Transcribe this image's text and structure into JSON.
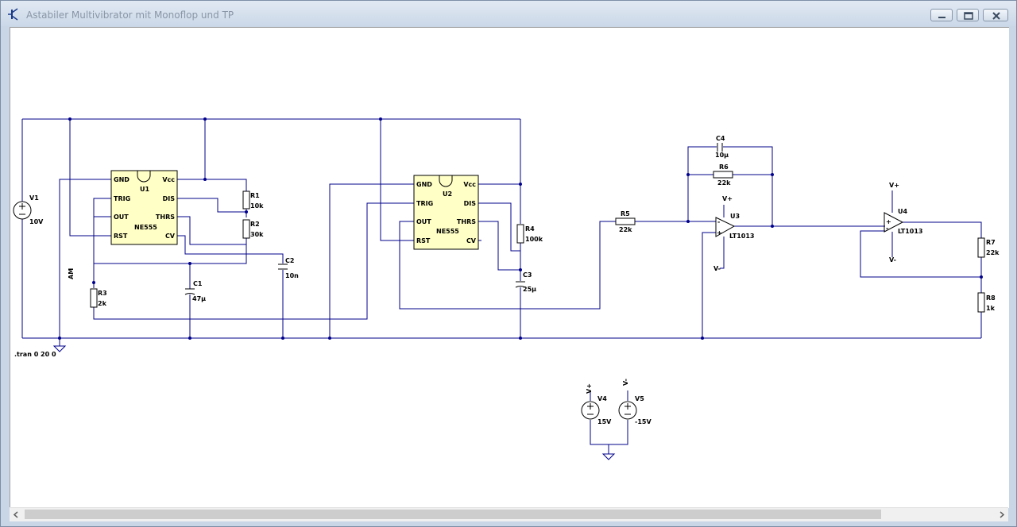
{
  "window": {
    "title": "Astabiler Multivibrator mit Monoflop und TP"
  },
  "directive": ".tran 0 20 0",
  "components": {
    "V1": {
      "name": "V1",
      "value": "10V"
    },
    "V4": {
      "name": "V4",
      "value": "15V",
      "net": "V+"
    },
    "V5": {
      "name": "V5",
      "value": "-15V",
      "net": "V-"
    },
    "U1": {
      "name": "U1",
      "type": "NE555",
      "pins": [
        "GND",
        "TRIG",
        "OUT",
        "RST",
        "Vcc",
        "DIS",
        "THRS",
        "CV"
      ]
    },
    "U2": {
      "name": "U2",
      "type": "NE555",
      "pins": [
        "GND",
        "TRIG",
        "OUT",
        "RST",
        "Vcc",
        "DIS",
        "THRS",
        "CV"
      ]
    },
    "U3": {
      "name": "U3",
      "type": "LT1013"
    },
    "U4": {
      "name": "U4",
      "type": "LT1013"
    },
    "R1": {
      "name": "R1",
      "value": "10k"
    },
    "R2": {
      "name": "R2",
      "value": "30k"
    },
    "R3": {
      "name": "R3",
      "value": "2k"
    },
    "R4": {
      "name": "R4",
      "value": "100k"
    },
    "R5": {
      "name": "R5",
      "value": "22k"
    },
    "R6": {
      "name": "R6",
      "value": "22k"
    },
    "R7": {
      "name": "R7",
      "value": "22k"
    },
    "R8": {
      "name": "R8",
      "value": "1k"
    },
    "C1": {
      "name": "C1",
      "value": "47µ"
    },
    "C2": {
      "name": "C2",
      "value": "10n"
    },
    "C3": {
      "name": "C3",
      "value": "25µ"
    },
    "C4": {
      "name": "C4",
      "value": "10µ"
    }
  },
  "nets": {
    "am": "AM",
    "vplus": "V+",
    "vminus": "V-"
  },
  "colors": {
    "wire": "#00008b",
    "ic_fill": "#ffffc6",
    "canvas": "#ffffff"
  }
}
